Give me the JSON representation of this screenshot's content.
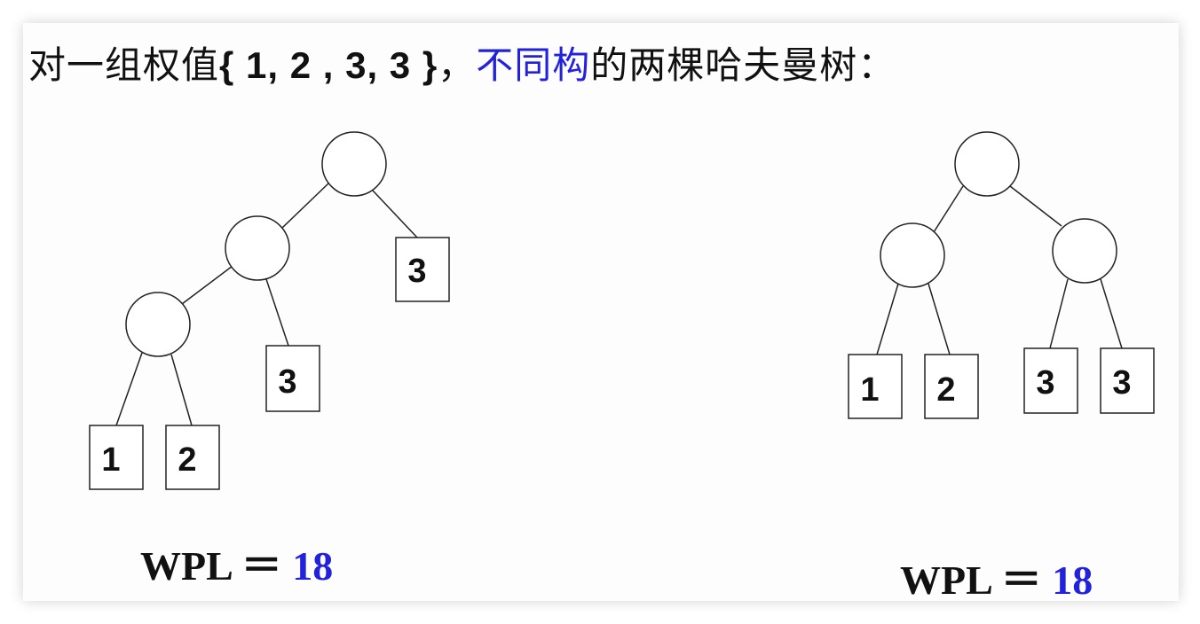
{
  "title": {
    "prefix": "对一组权值",
    "weights": "{ 1, 2 , 3, 3 }",
    "comma": "，",
    "highlight": "不同构",
    "suffix": "的两棵哈夫曼树："
  },
  "colors": {
    "highlight": "#2222dd",
    "text": "#111111"
  },
  "tree1": {
    "leaves": [
      "3",
      "3",
      "1",
      "2"
    ],
    "wpl_label": "WPL ＝",
    "wpl_value": "18"
  },
  "tree2": {
    "leaves": [
      "1",
      "2",
      "3",
      "3"
    ],
    "wpl_label": "WPL ＝",
    "wpl_value": "18"
  }
}
